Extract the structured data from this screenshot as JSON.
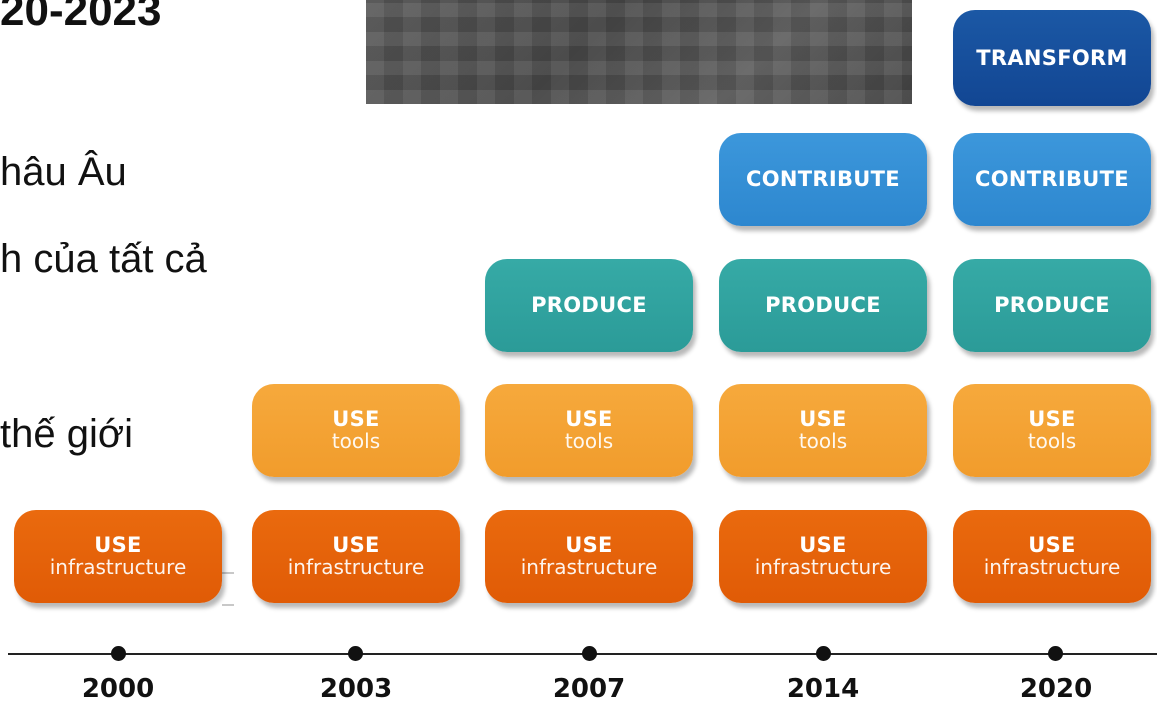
{
  "slide": {
    "title_fragment": "20-2023",
    "text_lines": [
      "hâu Âu",
      "h của tất cả",
      "thế giới"
    ]
  },
  "diagram": {
    "columns": [
      {
        "year": "2000",
        "stack": [
          {
            "main": "USE",
            "sub": "infrastructure",
            "color": "#e05b06"
          }
        ]
      },
      {
        "year": "2003",
        "stack": [
          {
            "main": "USE",
            "sub": "infrastructure",
            "color": "#e05b06"
          },
          {
            "main": "USE",
            "sub": "tools",
            "color": "#f19c2c"
          }
        ]
      },
      {
        "year": "2007",
        "stack": [
          {
            "main": "USE",
            "sub": "infrastructure",
            "color": "#e05b06"
          },
          {
            "main": "USE",
            "sub": "tools",
            "color": "#f19c2c"
          },
          {
            "main": "PRODUCE",
            "sub": "",
            "color": "#2b9b98"
          }
        ]
      },
      {
        "year": "2014",
        "stack": [
          {
            "main": "USE",
            "sub": "infrastructure",
            "color": "#e05b06"
          },
          {
            "main": "USE",
            "sub": "tools",
            "color": "#f19c2c"
          },
          {
            "main": "PRODUCE",
            "sub": "",
            "color": "#2b9b98"
          },
          {
            "main": "CONTRIBUTE",
            "sub": "",
            "color": "#2d87cf"
          }
        ]
      },
      {
        "year": "2020",
        "stack": [
          {
            "main": "USE",
            "sub": "infrastructure",
            "color": "#e05b06"
          },
          {
            "main": "USE",
            "sub": "tools",
            "color": "#f19c2c"
          },
          {
            "main": "PRODUCE",
            "sub": "",
            "color": "#2b9b98"
          },
          {
            "main": "CONTRIBUTE",
            "sub": "",
            "color": "#2d87cf"
          },
          {
            "main": "TRANSFORM",
            "sub": "",
            "color": "#124693"
          }
        ]
      }
    ]
  }
}
